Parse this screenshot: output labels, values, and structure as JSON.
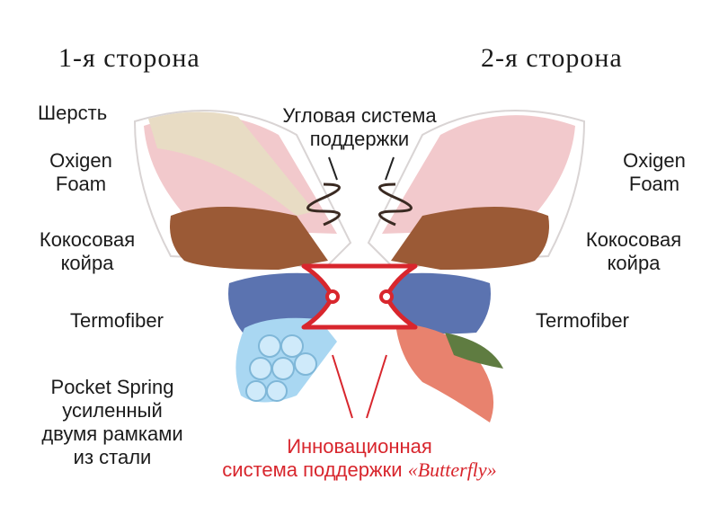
{
  "left": {
    "title": "1-я сторона",
    "layers": [
      {
        "id": "wool",
        "lines": [
          "Шерсть"
        ]
      },
      {
        "id": "foam",
        "lines": [
          "Oxigen",
          "Foam"
        ]
      },
      {
        "id": "coir",
        "lines": [
          "Кокосовая",
          "койра"
        ]
      },
      {
        "id": "termo",
        "lines": [
          "Termofiber"
        ]
      },
      {
        "id": "spring",
        "lines": [
          "Pocket Spring",
          "усиленный",
          "двумя рамками",
          "из стали"
        ]
      }
    ]
  },
  "right": {
    "title": "2-я сторона",
    "layers": [
      {
        "id": "foam",
        "lines": [
          "Oxigen",
          "Foam"
        ]
      },
      {
        "id": "coir",
        "lines": [
          "Кокосовая",
          "койра"
        ]
      },
      {
        "id": "termo",
        "lines": [
          "Termofiber"
        ]
      }
    ]
  },
  "center_top": {
    "lines": [
      "Угловая система",
      "поддержки"
    ]
  },
  "bottom": {
    "line1": "Инновационная",
    "line2": "система поддержки",
    "brand": "«Butterfly»"
  },
  "colors": {
    "accent": "#d8262d",
    "foam": "#f2c9cc",
    "coir": "#9b5a36",
    "termo": "#5b73b0",
    "spring": "#a9d7f2",
    "wool": "#e8dcc4",
    "spring_wire": "#3a2a22"
  }
}
